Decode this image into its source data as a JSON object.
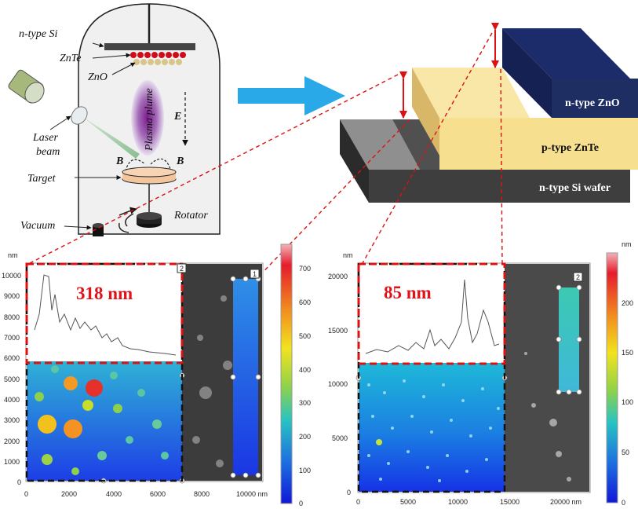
{
  "chamber": {
    "labels": {
      "substrate": "n-type Si",
      "znte": "ZnTe",
      "zno": "ZnO",
      "laser": "Laser",
      "beam": "beam",
      "target": "Target",
      "vacuum": "Vacuum",
      "rotator": "Rotator",
      "plume": "Plasma plume",
      "field": "E",
      "b_left": "B",
      "b_right": "B"
    }
  },
  "device": {
    "layers": [
      {
        "label": "n-type ZnO",
        "color": "#1e2e62"
      },
      {
        "label": "p-type ZnTe",
        "color": "#f6df8e"
      },
      {
        "label": "n-type Si wafer",
        "color": "#3d3d3d"
      }
    ]
  },
  "colorbar_left": {
    "unit": "",
    "ticks": [
      "700",
      "600",
      "500",
      "400",
      "300",
      "200",
      "100",
      "0"
    ]
  },
  "colorbar_right": {
    "unit": "nm",
    "ticks": [
      "200",
      "150",
      "100",
      "50",
      "0"
    ]
  },
  "afm_left": {
    "unit": "nm",
    "y_ticks": [
      "10000",
      "9000",
      "8000",
      "7000",
      "6000",
      "5000",
      "4000",
      "3000",
      "2000",
      "1000",
      "0"
    ],
    "x_ticks": [
      "0",
      "2000",
      "4000",
      "6000",
      "8000",
      "10000 nm"
    ],
    "thickness": "318 nm",
    "marker_a": "2",
    "marker_b": "1"
  },
  "afm_right": {
    "unit": "nm",
    "y_ticks": [
      "20000",
      "15000",
      "10000",
      "5000",
      "0"
    ],
    "x_ticks": [
      "0",
      "5000",
      "10000",
      "15000",
      "20000 nm"
    ],
    "thickness": "85 nm",
    "marker_a": "2"
  }
}
